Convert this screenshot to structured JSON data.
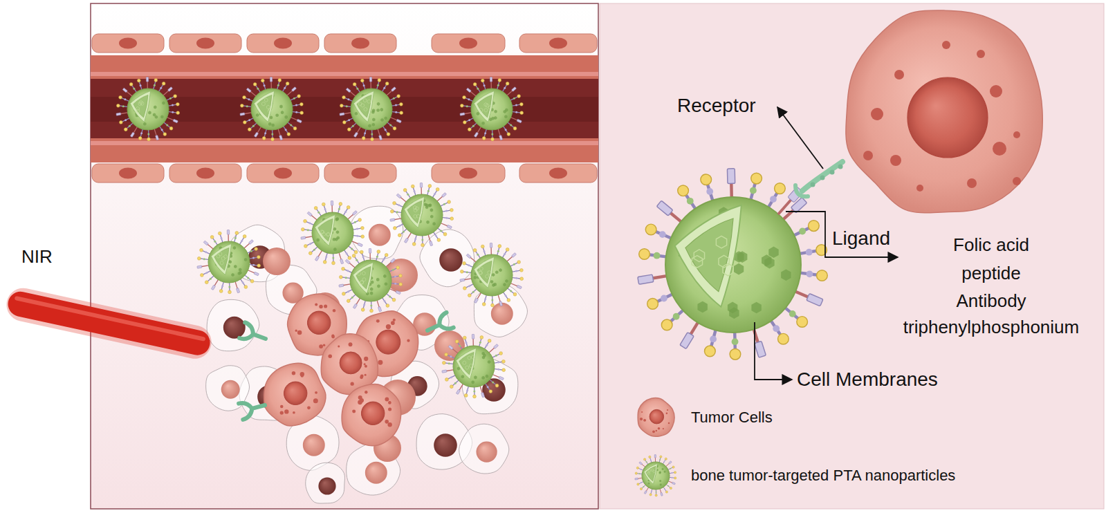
{
  "diagram": {
    "labels": [
      "NIR",
      "Receptor",
      "Ligand",
      "Folic acid",
      "peptide",
      "Antibody",
      "triphenylphosphonium",
      "Cell Membranes"
    ],
    "legend": [
      {
        "text": "Tumor Cells"
      },
      {
        "text": "bone tumor-targeted PTA nanoparticles"
      }
    ]
  }
}
